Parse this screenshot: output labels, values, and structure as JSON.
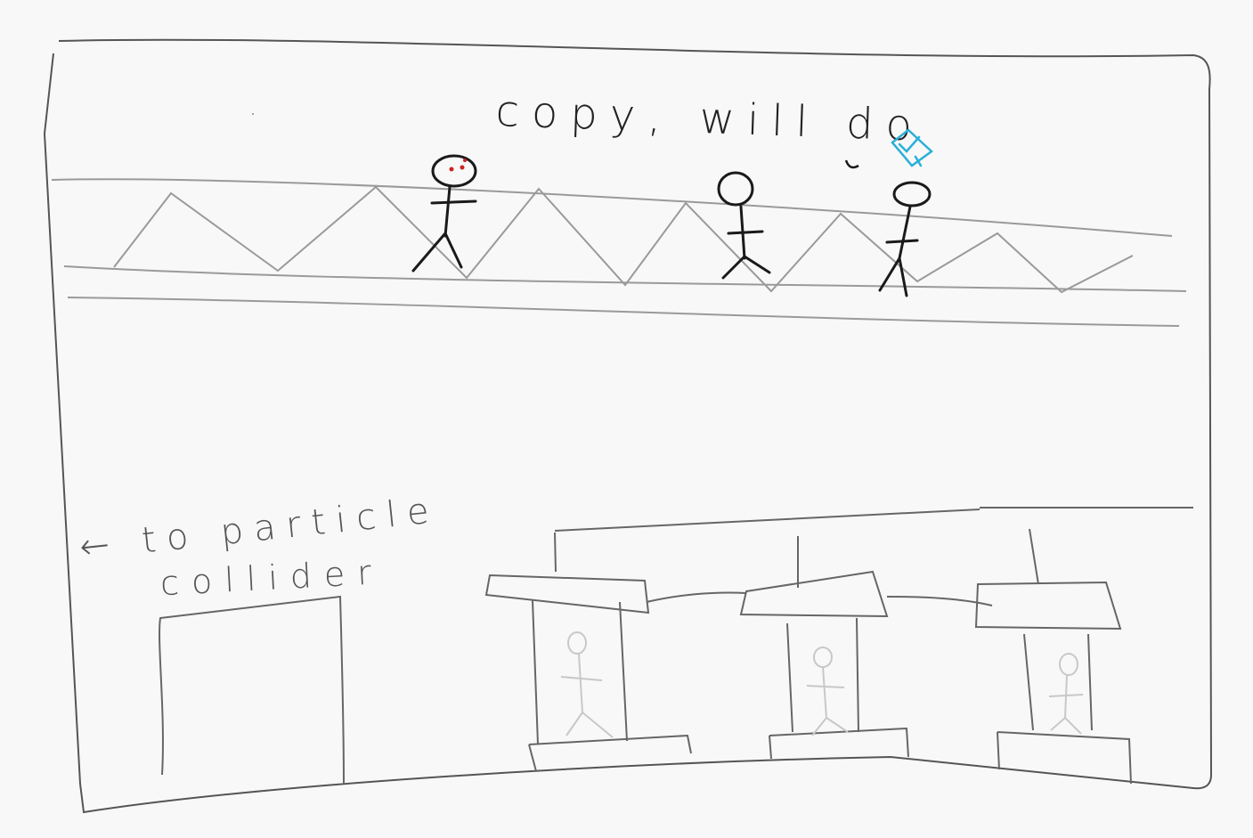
{
  "speech": {
    "text": "copy, will do"
  },
  "sign": {
    "line1": "← to particle",
    "line2": "collider"
  },
  "colors": {
    "ink": "#1a1a1a",
    "gray_ink": "#8a8a8a",
    "light_ink": "#c8c8c8",
    "frame_ink": "#555555",
    "blush": "#cc2222",
    "hat": "#2ab0d8"
  }
}
